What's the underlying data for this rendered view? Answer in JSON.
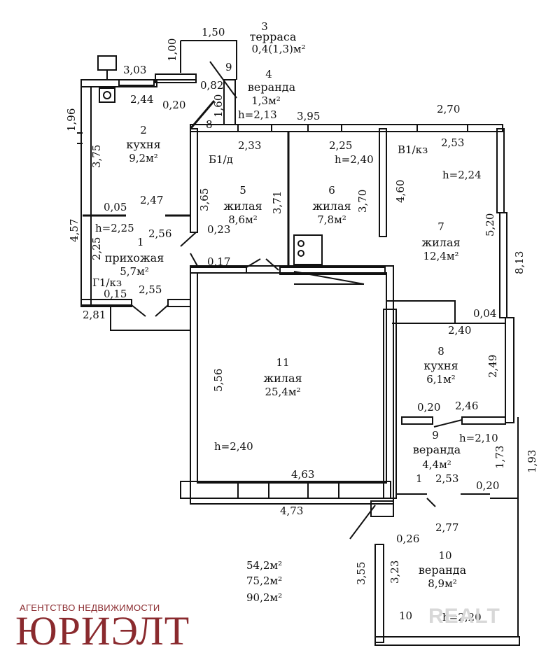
{
  "rooms": [
    {
      "number": "1",
      "name": "прихожая",
      "area": "5,7м²",
      "note": "Г1/кз",
      "height": "h=2,25"
    },
    {
      "number": "2",
      "name": "кухня",
      "area": "9,2м²"
    },
    {
      "number": "3",
      "name": "терраса",
      "area": "0,4(1,3)м²"
    },
    {
      "number": "4",
      "name": "веранда",
      "area": "1,3м²",
      "height": "h=2,13"
    },
    {
      "number": "5",
      "name": "жилая",
      "area": "8,6м²",
      "note": "Б1/д"
    },
    {
      "number": "6",
      "name": "жилая",
      "area": "7,8м²",
      "height": "h=2,40"
    },
    {
      "number": "7",
      "name": "жилая",
      "area": "12,4м²",
      "note": "В1/кз",
      "height": "h=2,24"
    },
    {
      "number": "8",
      "name": "кухня",
      "area": "6,1м²"
    },
    {
      "number": "9",
      "name": "веранда",
      "area": "4,4м²",
      "height": "h=2,10"
    },
    {
      "number": "10",
      "name": "веранда",
      "area": "8,9м²",
      "height": "h=2,20"
    },
    {
      "number": "11",
      "name": "жилая",
      "area": "25,4м²",
      "height": "h=2,40"
    }
  ],
  "dimensions": {
    "d150": "1,50",
    "d100": "1,00",
    "d9": "9",
    "d303": "3,03",
    "d082": "0,82",
    "d244": "2,44",
    "d020a": "0,20",
    "d160": "1,60",
    "d8": "8",
    "d196": "1,96",
    "d375": "3,75",
    "d233": "2,33",
    "d395": "3,95",
    "d270": "2,70",
    "d225a": "2,25",
    "d253a": "2,53",
    "d365": "3,65",
    "d371": "3,71",
    "d370": "3,70",
    "d460": "4,60",
    "d247": "2,47",
    "d005": "0,05",
    "d457": "4,57",
    "d256": "2,56",
    "d023": "0,23",
    "d520": "5,20",
    "d017": "0,17",
    "d225b": "2,25",
    "d015": "0,15",
    "d255": "2,55",
    "d281": "2,81",
    "d813": "8,13",
    "d004": "0,04",
    "d240": "2,40",
    "d556": "5,56",
    "d249": "2,49",
    "d020b": "0,20",
    "d246": "2,46",
    "d463": "4,63",
    "d173": "1,73",
    "d193": "1,93",
    "d253b": "2,53",
    "d020c": "0,20",
    "d473": "4,73",
    "d277": "2,77",
    "d026": "0,26",
    "d355": "3,55",
    "d323": "3,23",
    "d1b": "1",
    "d10b": "10"
  },
  "totals": [
    "54,2м²",
    "75,2м²",
    "90,2м²"
  ],
  "agency": {
    "subtitle": "АГЕНТСТВО НЕДВИЖИМОСТИ",
    "name": "ЮРИЭЛТ"
  },
  "watermark": "REALT",
  "colors": {
    "line": "#111111",
    "brand": "#8a2a2e"
  }
}
